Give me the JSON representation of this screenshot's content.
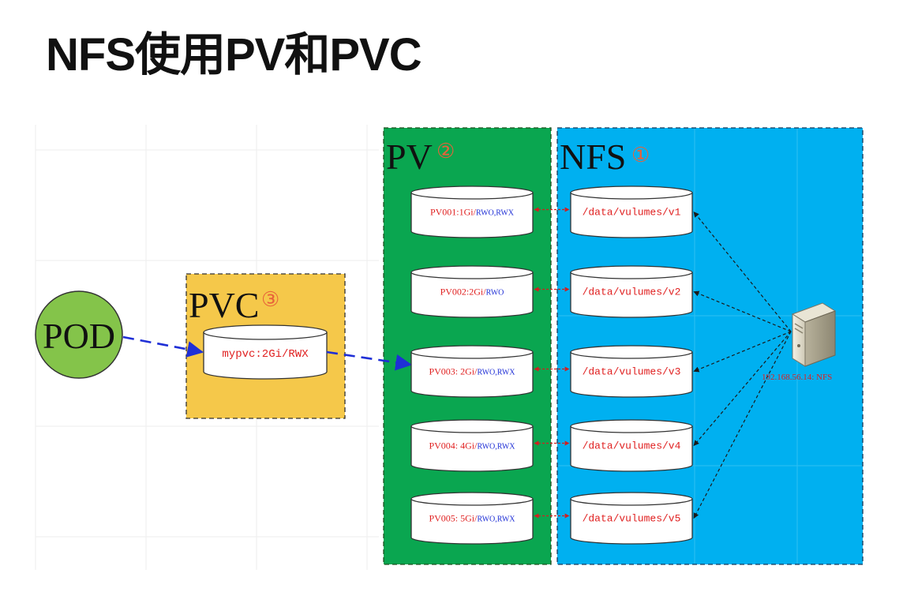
{
  "title": "NFS使用PV和PVC",
  "colors": {
    "pv_panel": "#0aa650",
    "nfs_panel": "#00b0f0",
    "pvc_panel": "#f5c84a",
    "pod": "#84c44a",
    "pod_to_pvc_arrow": "#1f2fd6",
    "pv_nfs_link": "#d21f1f",
    "server_link": "#1a1a1a",
    "disk_label_red": "#e02020",
    "disk_label_blue": "#1f2fd6"
  },
  "pod": {
    "label": "POD"
  },
  "pvc": {
    "label": "PVC",
    "step": "③",
    "disk": {
      "text": "mypvc:2Gi/RWX"
    }
  },
  "pv": {
    "label": "PV",
    "step": "②",
    "items": [
      {
        "name": "PV001:1Gi/",
        "modes": "RWO,RWX"
      },
      {
        "name": "PV002:2Gi/",
        "modes": "RWO"
      },
      {
        "name": "PV003: 2Gi/",
        "modes": "RWO,RWX"
      },
      {
        "name": "PV004: 4Gi/",
        "modes": "RWO,RWX"
      },
      {
        "name": "PV005: 5Gi/",
        "modes": "RWO,RWX"
      }
    ]
  },
  "nfs": {
    "label": "NFS",
    "step": "①",
    "items": [
      {
        "path": "/data/vulumes/v1"
      },
      {
        "path": "/data/vulumes/v2"
      },
      {
        "path": "/data/vulumes/v3"
      },
      {
        "path": "/data/vulumes/v4"
      },
      {
        "path": "/data/vulumes/v5"
      }
    ]
  },
  "server": {
    "label": "192.168.56.14: NFS",
    "icon": "server-icon"
  },
  "bound_pv_index": 2
}
